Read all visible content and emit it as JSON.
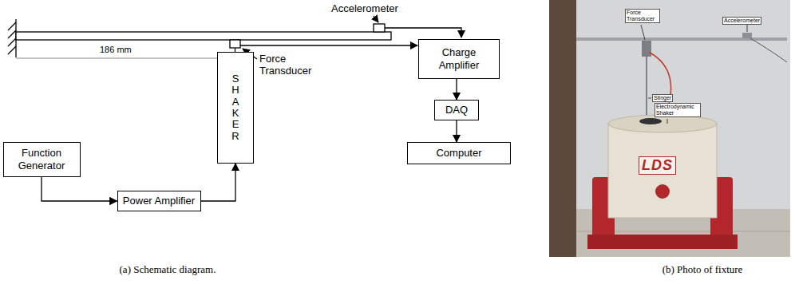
{
  "diagram": {
    "nodes": [
      {
        "text": [
          "Charge Amplifier"
        ]
      },
      {
        "text": [
          "SHAKER"
        ]
      },
      {
        "text": [
          "DAQ"
        ]
      },
      {
        "text": [
          "Function Generator"
        ]
      },
      {
        "text": [
          "Computer"
        ]
      },
      {
        "text": [
          "Power Amplifier"
        ]
      }
    ],
    "edges": [
      {
        "from": 0,
        "to": 2,
        "arrow": "to"
      },
      {
        "from": 2,
        "to": 4,
        "arrow": "to"
      },
      {
        "from": 3,
        "to": 5,
        "arrow": "to"
      },
      {
        "from": 5,
        "to": 1,
        "arrow": "to"
      }
    ],
    "labels": [
      "Accelerometer",
      "Force Transducer",
      "186 mm",
      "(a) Schematic diagram.",
      "Force Transducer",
      "Accelerometer",
      "Stinger",
      "Electrodynamic Shaker",
      "LDS",
      "(b) Photo of fixture"
    ]
  }
}
